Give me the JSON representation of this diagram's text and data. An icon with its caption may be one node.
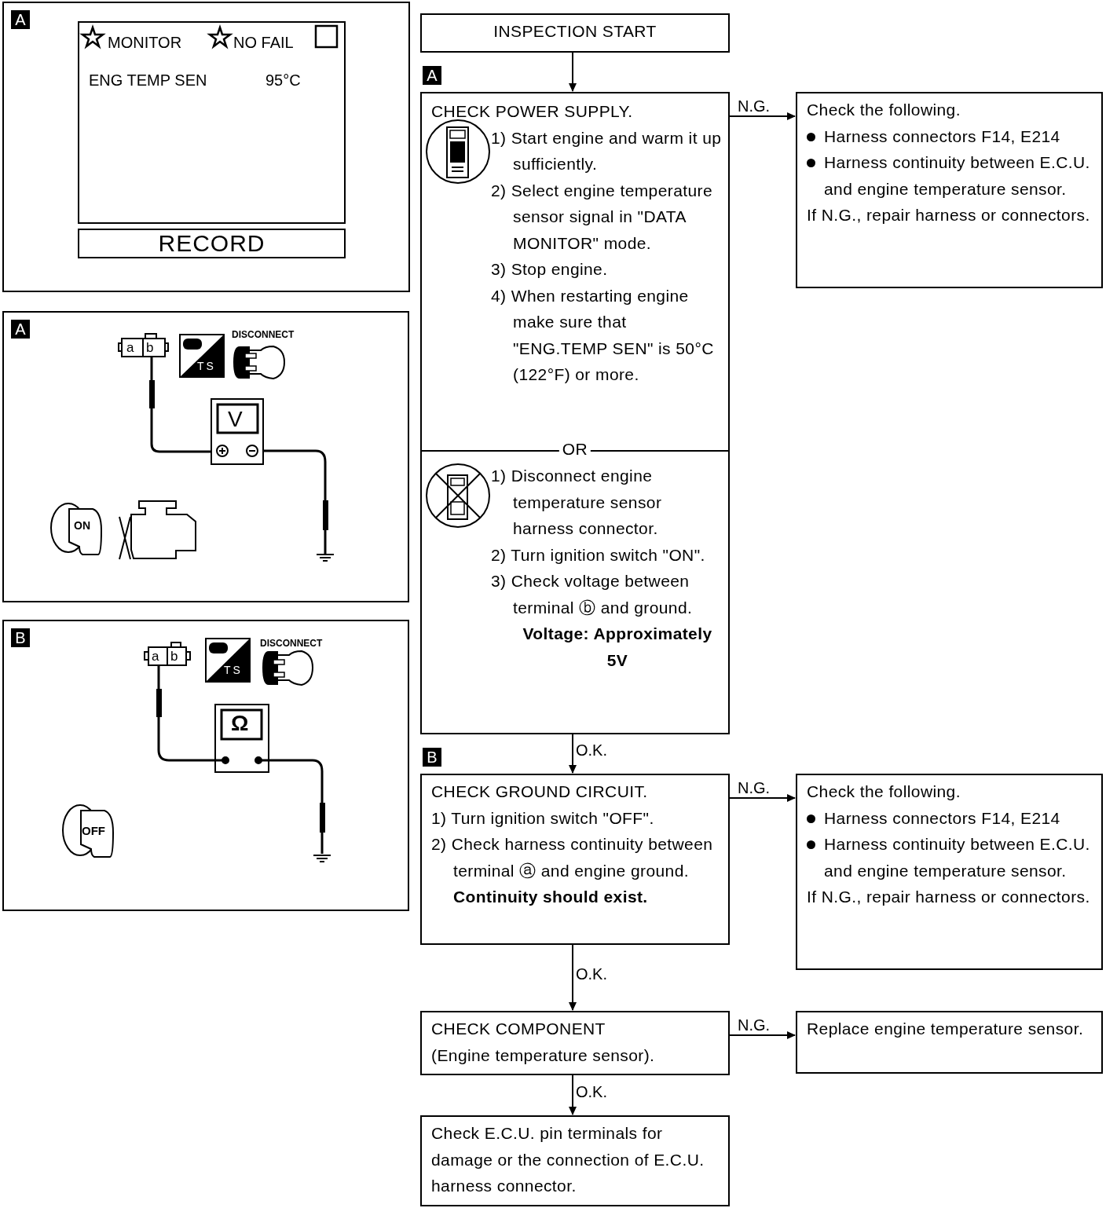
{
  "diagram": {
    "nodes": [
      {
        "text": [
          "INSPECTION START"
        ]
      },
      {
        "text": [
          "CHECK POWER SUPPLY.",
          "1) Start engine and warm it up sufficiently.",
          "2) Select engine temperature sensor signal in \"DATA MONITOR\" mode.",
          "3) Stop engine.",
          "4) When restarting engine make sure that \"ENG.TEMP SEN\" is 50°C (122°F) or more.",
          "OR",
          "1) Disconnect engine temperature sensor harness connector.",
          "2) Turn ignition switch \"ON\".",
          "3) Check voltage between terminal ⓑ and ground.",
          "Voltage: Approximately 5V"
        ]
      },
      {
        "text": [
          "Check the following.",
          "Harness connectors F14, E214",
          "Harness continuity between E.C.U. and engine temperature sensor.",
          "If N.G., repair harness or connectors."
        ]
      },
      {
        "text": [
          "CHECK GROUND CIRCUIT.",
          "1) Turn ignition switch \"OFF\".",
          "2) Check harness continuity between terminal ⓐ and engine ground.",
          "Continuity should exist."
        ]
      },
      {
        "text": [
          "Check the following.",
          "Harness connectors F14, E214",
          "Harness continuity between E.C.U. and engine temperature sensor.",
          "If N.G., repair harness or connectors."
        ]
      },
      {
        "text": [
          "CHECK COMPONENT",
          "(Engine temperature sensor)."
        ]
      },
      {
        "text": [
          "Replace engine temperature sensor."
        ]
      },
      {
        "text": [
          "Check E.C.U. pin terminals for damage or the connection of E.C.U. harness connector."
        ]
      },
      {
        "text": [
          "A"
        ]
      },
      {
        "text": [
          "MONITOR",
          "NO FAIL",
          "ENG TEMP SEN",
          "95°C"
        ],
        "in": 8
      },
      {
        "text": [
          "RECORD"
        ],
        "in": 8
      },
      {
        "text": [
          "A"
        ]
      },
      {
        "text": [
          "B"
        ]
      }
    ],
    "edges": [
      {
        "from": 0,
        "to": 1,
        "arrow": "to"
      },
      {
        "from": 1,
        "to": 2,
        "arrow": "to",
        "label": "N.G."
      },
      {
        "from": 1,
        "to": 3,
        "arrow": "to",
        "label": "O.K."
      },
      {
        "from": 3,
        "to": 4,
        "arrow": "to",
        "label": "N.G."
      },
      {
        "from": 3,
        "to": 5,
        "arrow": "to",
        "label": "O.K."
      },
      {
        "from": 5,
        "to": 6,
        "arrow": "to",
        "label": "N.G."
      },
      {
        "from": 5,
        "to": 7,
        "arrow": "to",
        "label": "O.K."
      }
    ],
    "labels": [
      "A",
      "B",
      "a",
      "b",
      "TS",
      "DISCONNECT",
      "V",
      "ON",
      "a",
      "b",
      "TS",
      "DISCONNECT",
      "Ω",
      "OFF"
    ]
  }
}
